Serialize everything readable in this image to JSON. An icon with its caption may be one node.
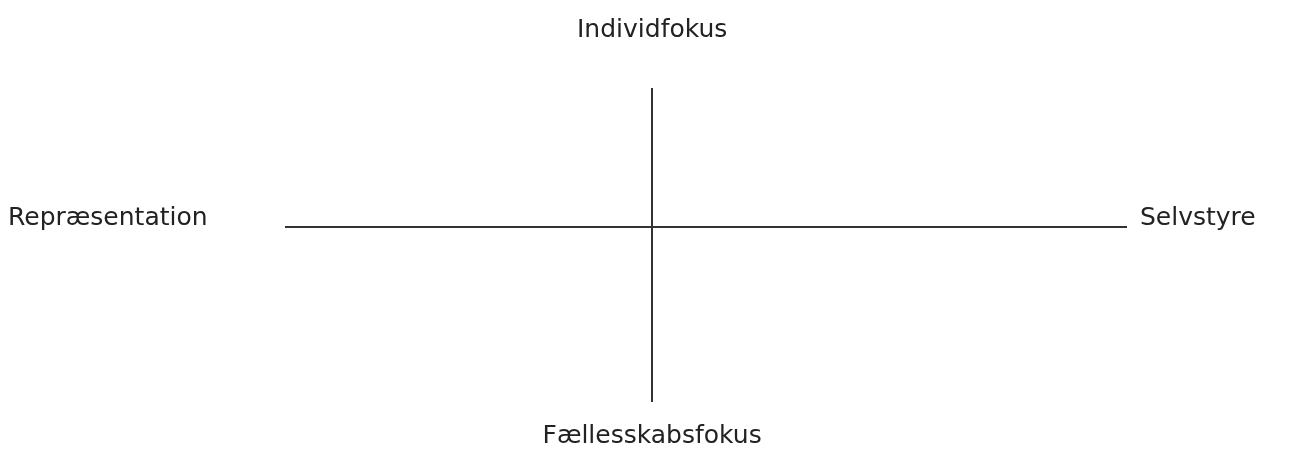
{
  "diagram": {
    "labels": [
      "Individfokus",
      "Repræsentation",
      "Selvstyre",
      "Fællesskabsfokus"
    ]
  }
}
